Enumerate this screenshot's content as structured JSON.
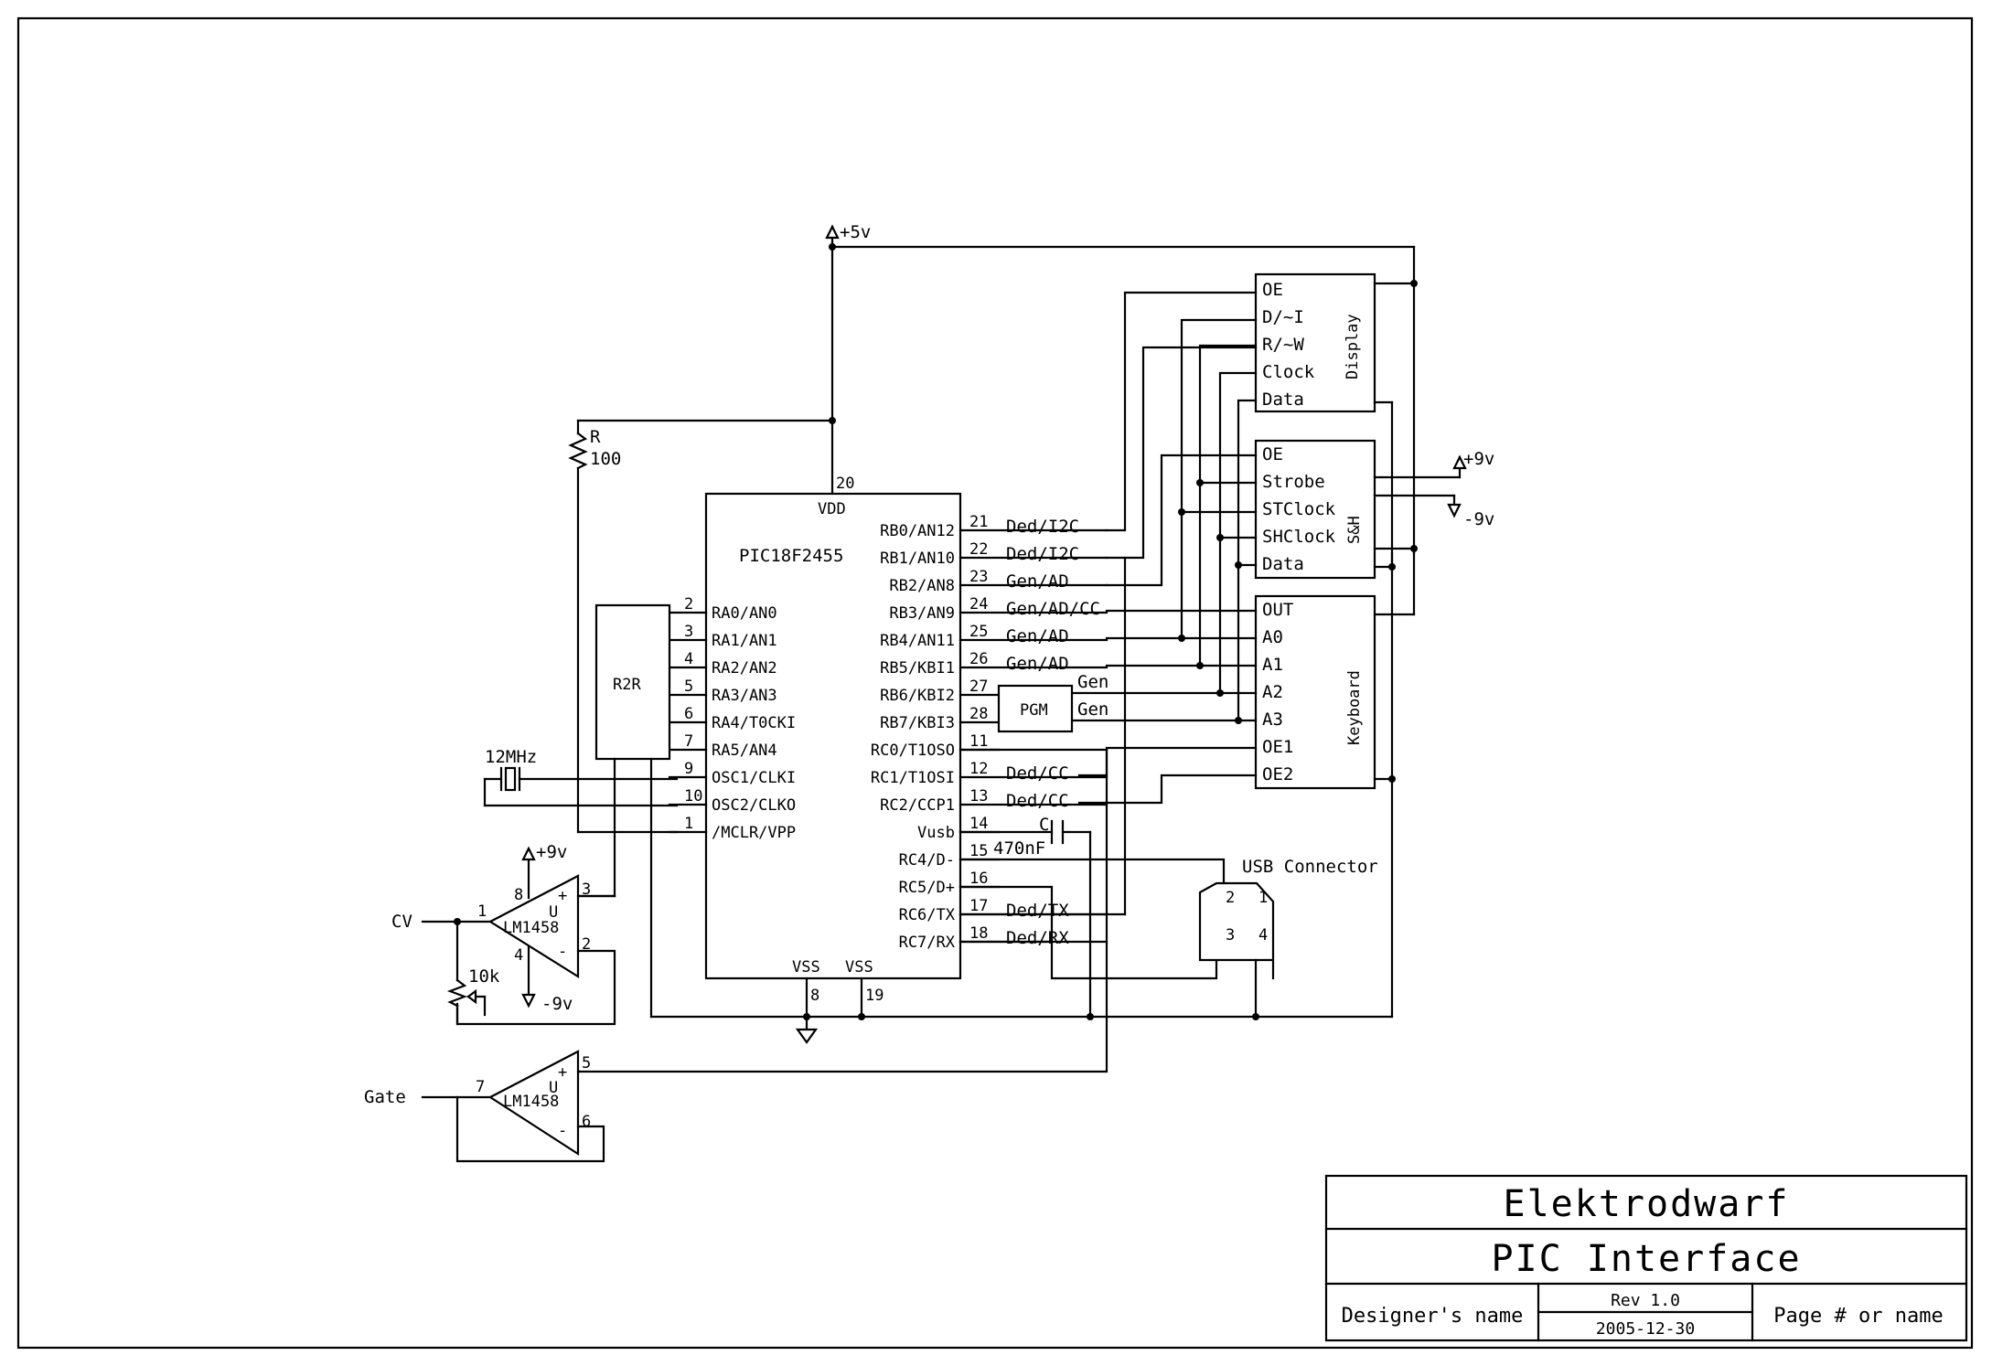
{
  "power": {
    "vcc5": "+5v",
    "vcc9": "+9v",
    "vneg9": "-9v",
    "opamp_pos": "+9v",
    "opamp_neg": "-9v"
  },
  "components": {
    "resistor": {
      "ref": "R",
      "value": "100"
    },
    "r2r": "R2R",
    "crystal": "12MHz",
    "pot": "10k",
    "cap": {
      "ref": "C",
      "value": "470nF"
    },
    "pgm": "PGM",
    "usb": "USB Connector",
    "opamp_ref": "U",
    "opamp_model": "LM1458"
  },
  "pic": {
    "name": "PIC18F2455",
    "vdd": "VDD",
    "vdd_pin": "20",
    "vss": "VSS",
    "vss_pins": [
      "8",
      "19"
    ],
    "left_pins": [
      {
        "num": "2",
        "name": "RA0/AN0"
      },
      {
        "num": "3",
        "name": "RA1/AN1"
      },
      {
        "num": "4",
        "name": "RA2/AN2"
      },
      {
        "num": "5",
        "name": "RA3/AN3"
      },
      {
        "num": "6",
        "name": "RA4/T0CKI"
      },
      {
        "num": "7",
        "name": "RA5/AN4"
      },
      {
        "num": "9",
        "name": "OSC1/CLKI"
      },
      {
        "num": "10",
        "name": "OSC2/CLKO"
      },
      {
        "num": "1",
        "name": "/MCLR/VPP"
      }
    ],
    "right_pins": [
      {
        "num": "21",
        "name": "RB0/AN12",
        "net": "Ded/I2C"
      },
      {
        "num": "22",
        "name": "RB1/AN10",
        "net": "Ded/I2C"
      },
      {
        "num": "23",
        "name": "RB2/AN8",
        "net": "Gen/AD"
      },
      {
        "num": "24",
        "name": "RB3/AN9",
        "net": "Gen/AD/CC"
      },
      {
        "num": "25",
        "name": "RB4/AN11",
        "net": "Gen/AD"
      },
      {
        "num": "26",
        "name": "RB5/KBI1",
        "net": "Gen/AD"
      },
      {
        "num": "27",
        "name": "RB6/KBI2",
        "net": ""
      },
      {
        "num": "28",
        "name": "RB7/KBI3",
        "net": ""
      },
      {
        "num": "11",
        "name": "RC0/T1OSO",
        "net": ""
      },
      {
        "num": "12",
        "name": "RC1/T1OSI",
        "net": "Ded/CC"
      },
      {
        "num": "13",
        "name": "RC2/CCP1",
        "net": "Ded/CC"
      },
      {
        "num": "14",
        "name": "Vusb",
        "net": ""
      },
      {
        "num": "15",
        "name": "RC4/D-",
        "net": ""
      },
      {
        "num": "16",
        "name": "RC5/D+",
        "net": ""
      },
      {
        "num": "17",
        "name": "RC6/TX",
        "net": "Ded/TX"
      },
      {
        "num": "18",
        "name": "RC7/RX",
        "net": "Ded/RX"
      }
    ],
    "pgm_nets": [
      "Gen",
      "Gen"
    ]
  },
  "display": {
    "title": "Display",
    "pins": [
      "OE",
      "D/~I",
      "R/~W",
      "Clock",
      "Data"
    ]
  },
  "sh": {
    "title": "S&H",
    "pins": [
      "OE",
      "Strobe",
      "STClock",
      "SHClock",
      "Data"
    ]
  },
  "keyboard": {
    "title": "Keyboard",
    "pins": [
      "OUT",
      "A0",
      "A1",
      "A2",
      "A3",
      "OE1",
      "OE2"
    ]
  },
  "usb_pins": [
    "2",
    "1",
    "3",
    "4"
  ],
  "opamp1": {
    "input": "CV",
    "pins": [
      "1",
      "2",
      "3",
      "4",
      "8"
    ],
    "plus": "+",
    "minus": "-"
  },
  "opamp2": {
    "input": "Gate",
    "pins": [
      "7",
      "6",
      "5"
    ],
    "plus": "+",
    "minus": "-"
  },
  "title_block": {
    "company": "Elektrodwarf",
    "title": "PIC Interface",
    "designer": "Designer's name",
    "rev": "Rev 1.0",
    "date": "2005-12-30",
    "page": "Page # or name"
  }
}
